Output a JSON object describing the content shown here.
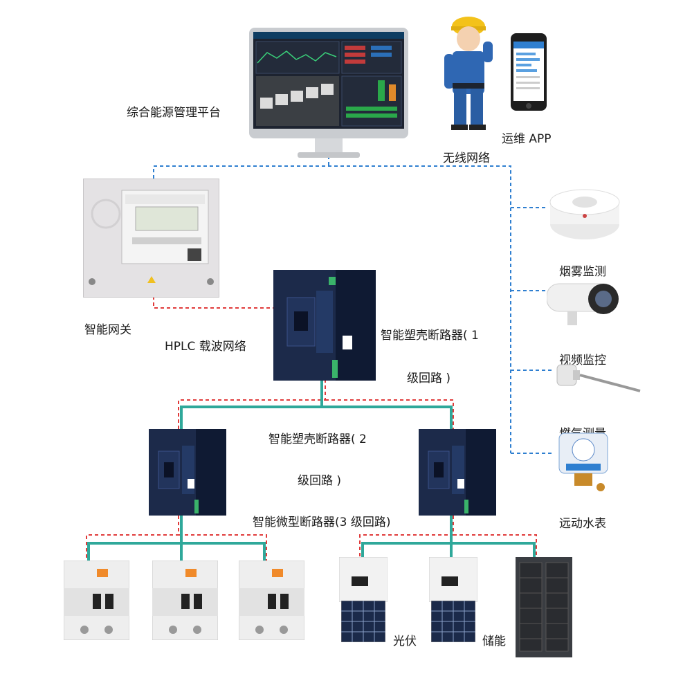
{
  "labels": {
    "platform": "综合能源管理平台",
    "app": "运维 APP",
    "wireless": "无线网络",
    "gateway": "智能网关",
    "hplc": "HPLC 载波网络",
    "mccb1_line1": "智能塑壳断路器( 1",
    "mccb1_line2": "级回路 )",
    "mccb2_line1": "智能塑壳断路器( 2",
    "mccb2_line2": "级回路 )",
    "mcb": "智能微型断路器(3 级回路)",
    "smoke": "烟雾监测",
    "video": "视频监控",
    "temp": "燃气测量",
    "water": "远动水表",
    "pv": "光伏",
    "storage": "储能"
  },
  "colors": {
    "dashed_red": "#e03a3a",
    "dashed_blue": "#2f7fd0",
    "bus_green": "#2fa89a",
    "breaker_navy": "#1c2a4a"
  },
  "icons": [
    "monitor-icon",
    "worker-icon",
    "phone-icon",
    "gateway-icon",
    "smoke-detector-icon",
    "camera-icon",
    "temperature-probe-icon",
    "water-meter-icon",
    "mccb-icon",
    "mcb-icon",
    "inverter-icon",
    "solar-panel-icon",
    "battery-cabinet-icon"
  ]
}
